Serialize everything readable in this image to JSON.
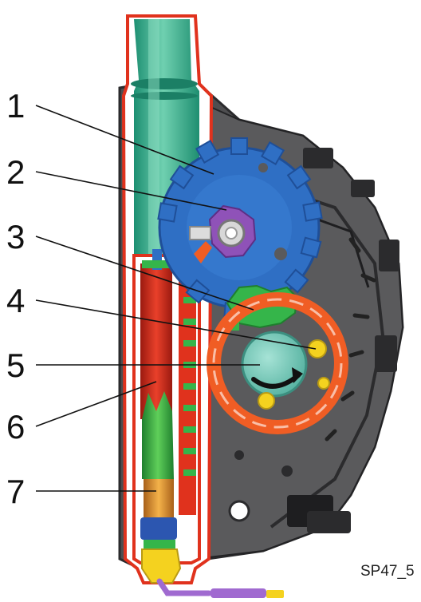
{
  "diagram": {
    "callouts": [
      {
        "label": "1",
        "part": "large-gear"
      },
      {
        "label": "2",
        "part": "gear-hub"
      },
      {
        "label": "3",
        "part": "small-drive-gear"
      },
      {
        "label": "4",
        "part": "ball"
      },
      {
        "label": "5",
        "part": "ring-drum"
      },
      {
        "label": "6",
        "part": "piston-rod"
      },
      {
        "label": "7",
        "part": "piston"
      }
    ],
    "figure_id": "SP47_5",
    "colors": {
      "tube": "#2aa585",
      "tube_highlight": "#6fd0b0",
      "outline_red": "#e0321d",
      "gear_blue": "#2f6fc4",
      "hub_purple": "#8f52b8",
      "drive_green": "#35b54a",
      "ring_orange": "#f05d24",
      "drum_teal": "#7dcfc0",
      "ball_yellow": "#f4d21f",
      "housing_dark": "#4e4e50",
      "housing_darker": "#2b2b2d"
    }
  }
}
